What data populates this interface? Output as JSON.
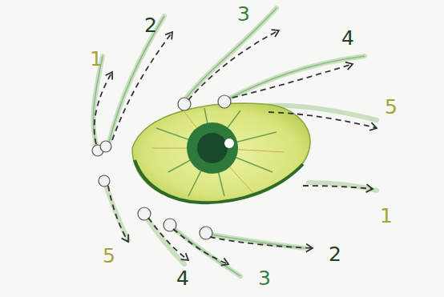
{
  "diagram": {
    "labels": [
      "1",
      "2",
      "3",
      "4",
      "5",
      "1",
      "2",
      "3",
      "4",
      "5"
    ]
  }
}
